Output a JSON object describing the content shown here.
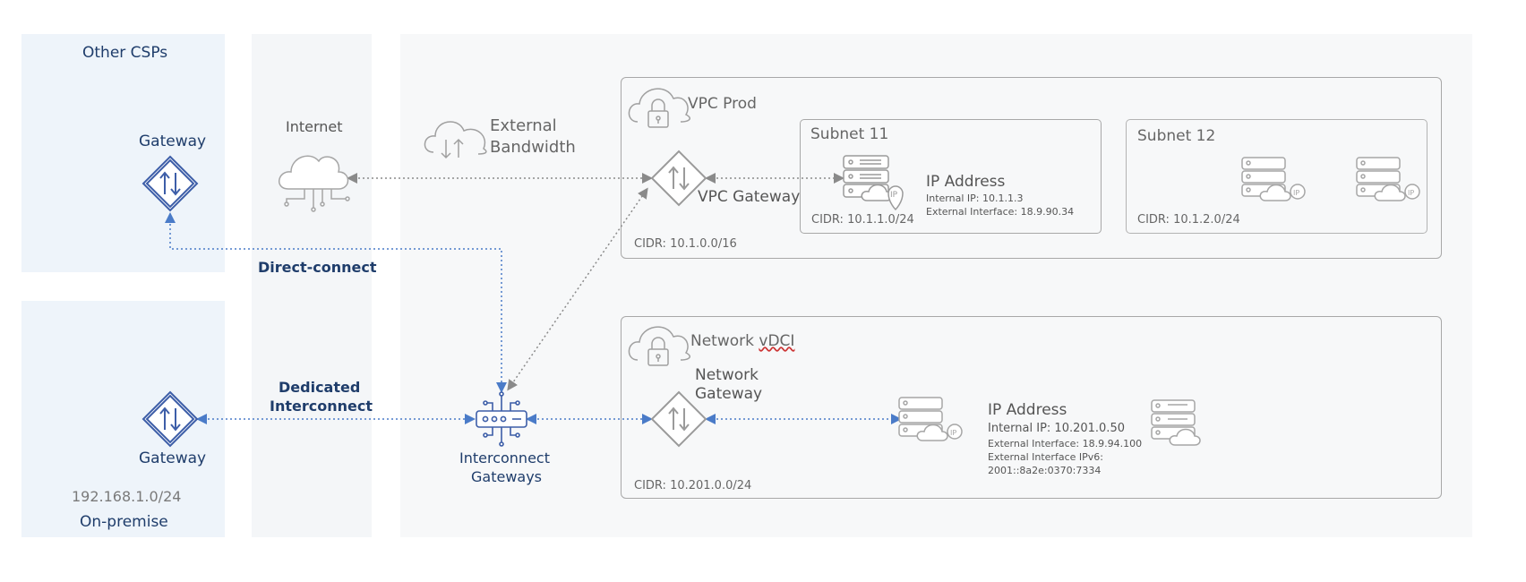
{
  "left_top": {
    "region": "Other CSPs",
    "gateway": "Gateway"
  },
  "left_bottom": {
    "gateway": "Gateway",
    "cidr": "192.168.1.0/24",
    "region": "On-premise"
  },
  "middle": {
    "internet": "Internet",
    "direct_connect": "Direct-connect",
    "dedicated_line1": "Dedicated",
    "dedicated_line2": "Interconnect",
    "ic_line1": "Interconnect",
    "ic_line2": "Gateways"
  },
  "external_bandwidth": {
    "line1": "External",
    "line2": "Bandwidth"
  },
  "vpc_prod": {
    "title": "VPC Prod",
    "gateway": "VPC Gateway",
    "cidr": "CIDR: 10.1.0.0/16",
    "subnet11": {
      "title": "Subnet 11",
      "cidr": "CIDR: 10.1.1.0/24",
      "ip_title": "IP Address",
      "internal_ip": "Internal IP: 10.1.1.3",
      "external_if": "External Interface: 18.9.90.34"
    },
    "subnet12": {
      "title": "Subnet 12",
      "cidr": "CIDR: 10.1.2.0/24"
    }
  },
  "vdci": {
    "title_a": "Network ",
    "title_b": "vDCI",
    "gw_line1": "Network",
    "gw_line2": "Gateway",
    "ip_title": "IP Address",
    "internal_ip": "Internal IP: 10.201.0.50",
    "external_if": "External Interface: 18.9.94.100",
    "external_ipv6_label": "External Interface IPv6:",
    "external_ipv6": "2001::8a2e:0370:7334",
    "cidr": "CIDR: 10.201.0.0/24"
  },
  "badge": "IP",
  "colors": {
    "blue_icon": "#3d5ea8",
    "blue_text": "#1f3d6b",
    "gray_icon": "#9a9a9a",
    "panel_left": "#eef4fa",
    "panel_mid": "#f4f6f8",
    "box_border": "#a8a8a8",
    "link_blue": "#4a7bc8",
    "link_gray": "#8a8a8a"
  }
}
